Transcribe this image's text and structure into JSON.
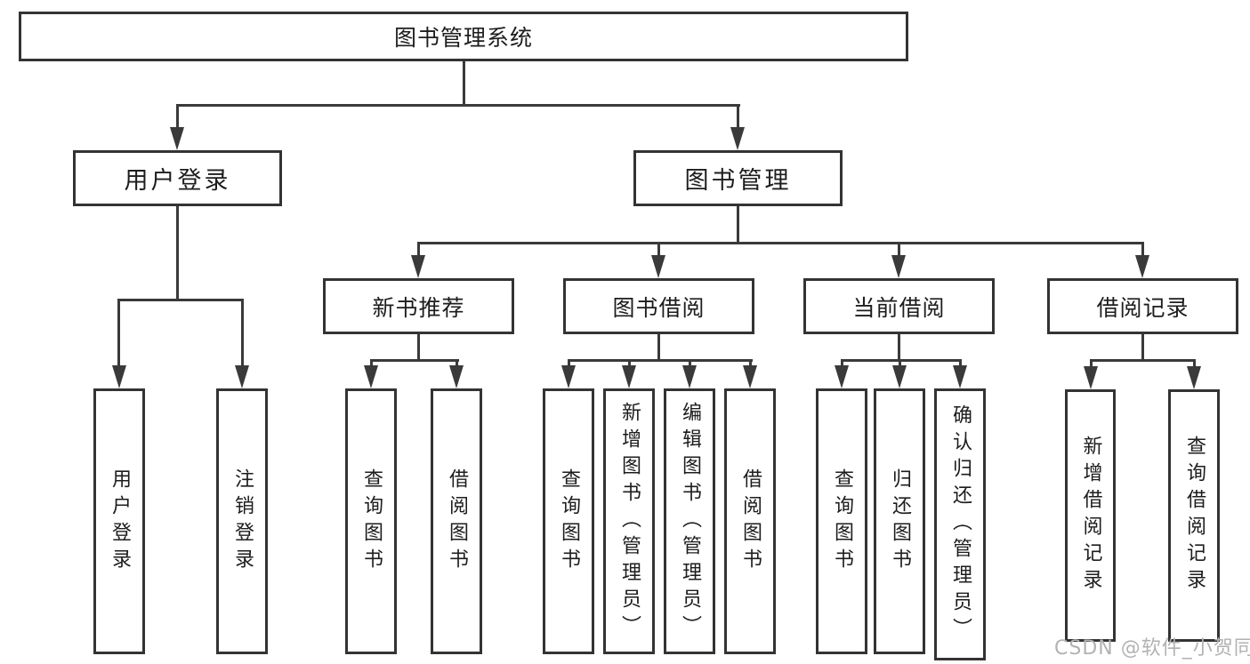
{
  "tree": {
    "root": "图书管理系统",
    "children": [
      {
        "label": "用户登录",
        "children": [
          {
            "label": "用户登录"
          },
          {
            "label": "注销登录"
          }
        ]
      },
      {
        "label": "图书管理",
        "children": [
          {
            "label": "新书推荐",
            "children": [
              {
                "label": "查询图书"
              },
              {
                "label": "借阅图书"
              }
            ]
          },
          {
            "label": "图书借阅",
            "children": [
              {
                "label": "查询图书"
              },
              {
                "label": "新增图书（管理员）"
              },
              {
                "label": "编辑图书（管理员）"
              },
              {
                "label": "借阅图书"
              }
            ]
          },
          {
            "label": "当前借阅",
            "children": [
              {
                "label": "查询图书"
              },
              {
                "label": "归还图书"
              },
              {
                "label": "确认归还（管理员）"
              }
            ]
          },
          {
            "label": "借阅记录",
            "children": [
              {
                "label": "新增借阅记录"
              },
              {
                "label": "查询借阅记录"
              }
            ]
          }
        ]
      }
    ]
  },
  "watermark": {
    "text": "CSDN @软件_小贺同学"
  },
  "colors": {
    "background": "#ffffff",
    "box_border": "#333333",
    "line": "#3a3a3a",
    "text": "#1d1d1d",
    "watermark": "#b2b2b2"
  }
}
